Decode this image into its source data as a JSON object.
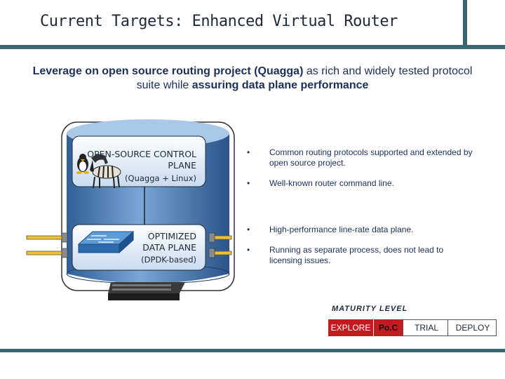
{
  "title": "Current Targets: Enhanced Virtual Router",
  "subtitle": {
    "part1": "Leverage on open source routing project (Quagga)",
    "part2": " as rich and widely tested protocol suite while ",
    "part3": "assuring data plane performance"
  },
  "diagram": {
    "control_plane": {
      "line1": "OPEN-SOURCE CONTROL",
      "line2": "PLANE",
      "line3": "(Quagga + Linux)"
    },
    "data_plane": {
      "line1": "OPTIMIZED",
      "line2": "DATA PLANE",
      "line3": "(DPDK-based)"
    },
    "colors": {
      "cylinder": "#5a86b8",
      "cylinder_top": "#8fb7de",
      "box_fill": "#dfeaf6",
      "port": "#f0c030"
    }
  },
  "bullets": [
    "Common routing protocols supported and extended by open source project.",
    "Well-known router command line.",
    "High-performance line-rate data plane.",
    "Running as separate process, does not lead to licensing issues."
  ],
  "bullet_marker": "•",
  "maturity": {
    "heading": "MATURITY LEVEL",
    "levels": [
      "EXPLORE",
      "Po.C",
      "TRIAL",
      "DEPLOY"
    ],
    "active_color": "#c41a22"
  },
  "colors": {
    "accent_bar": "#3a6673",
    "text": "#1b2f5a"
  }
}
